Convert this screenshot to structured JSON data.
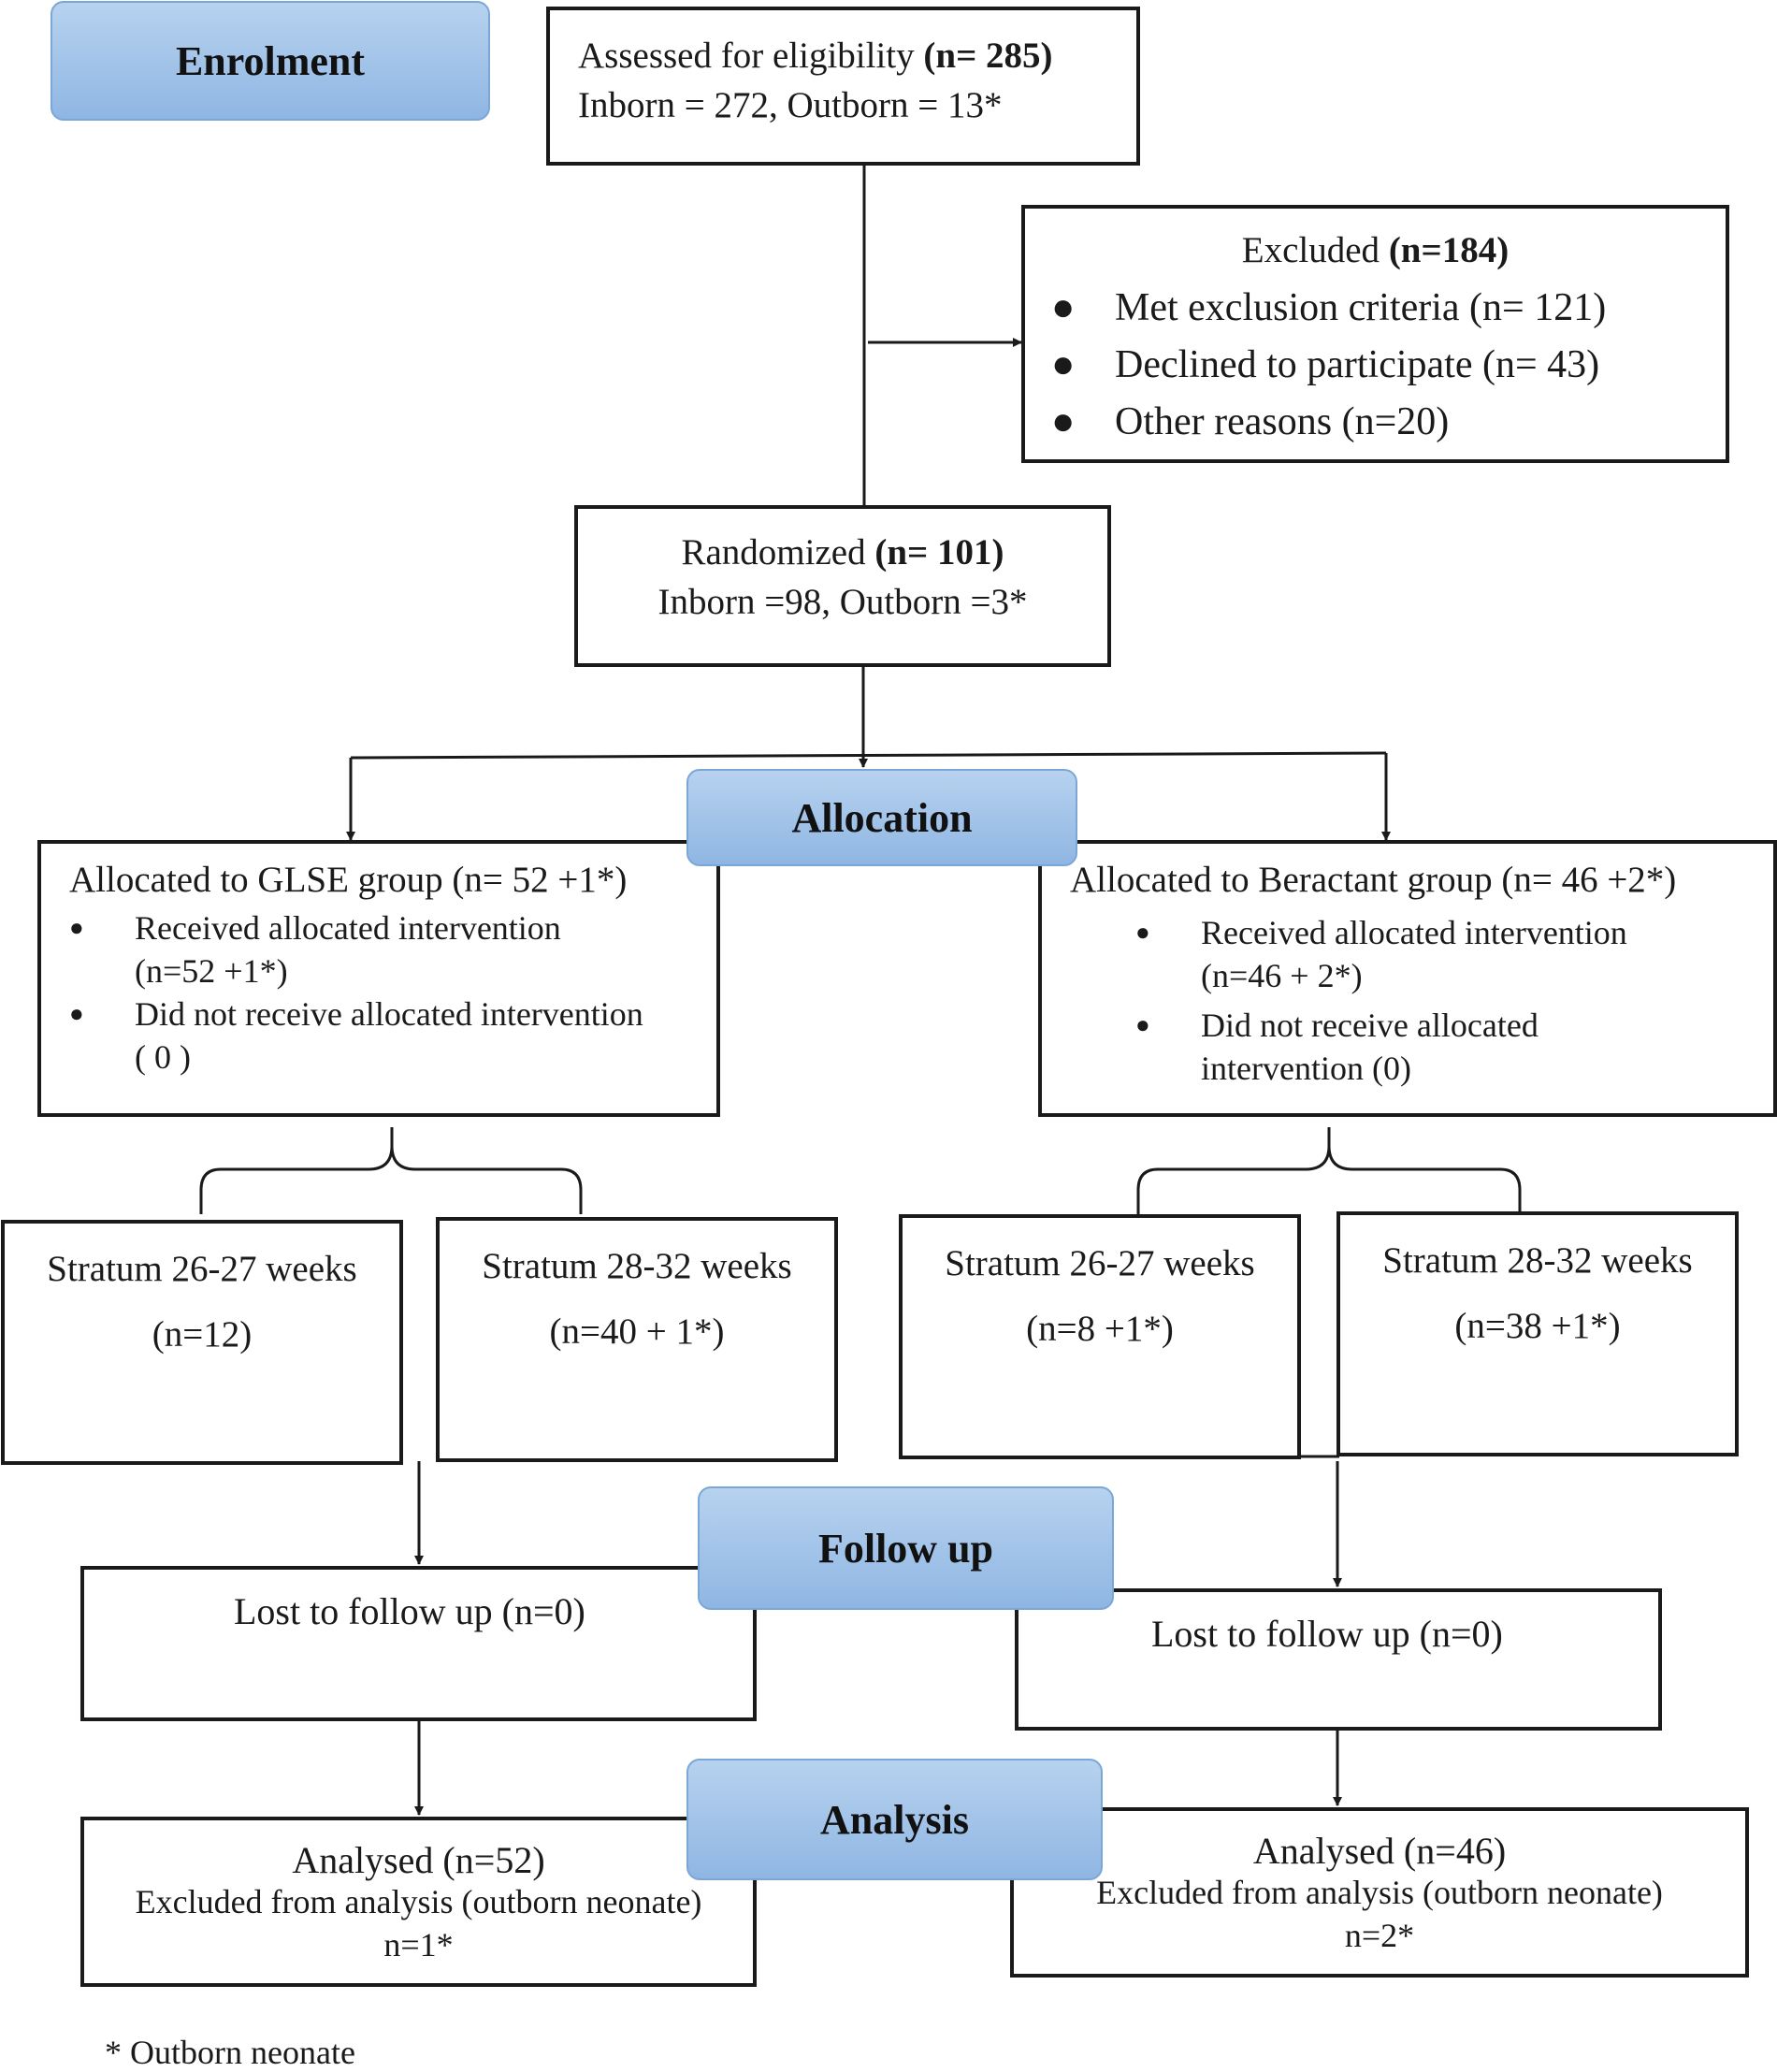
{
  "stages": {
    "enrolment": "Enrolment",
    "allocation": "Allocation",
    "follow_up": "Follow up",
    "analysis": "Analysis"
  },
  "assessed": {
    "label": "Assessed for eligibility",
    "n": "(n= 285)",
    "line2": "Inborn = 272, Outborn = 13*"
  },
  "excluded": {
    "label": "Excluded",
    "n": "(n=184)",
    "reasons": [
      "Met exclusion criteria (n= 121)",
      "Declined to participate (n= 43)",
      "Other reasons (n=20)"
    ]
  },
  "randomized": {
    "label": "Randomized",
    "n": "(n= 101)",
    "line2": "Inborn =98, Outborn =3*"
  },
  "glse": {
    "title": "Allocated to GLSE group (n= 52 +1*)",
    "items": [
      {
        "line1": "Received allocated intervention",
        "line2": "(n=52 +1*)"
      },
      {
        "line1": "Did not receive allocated intervention",
        "line2": "(  0  )"
      }
    ]
  },
  "beractant": {
    "title": "Allocated to Beractant group (n= 46 +2*)",
    "items": [
      {
        "line1": "Received allocated intervention",
        "line2": "(n=46  + 2*)"
      },
      {
        "line1": "Did not receive allocated",
        "line2": "intervention (0)"
      }
    ]
  },
  "strata": [
    {
      "label": "Stratum 26-27 weeks",
      "n": "(n=12)"
    },
    {
      "label": "Stratum 28-32 weeks",
      "n": "(n=40 + 1*)"
    },
    {
      "label": "Stratum 26-27 weeks",
      "n": "(n=8 +1*)"
    },
    {
      "label": "Stratum 28-32 weeks",
      "n": "(n=38 +1*)"
    }
  ],
  "lost": {
    "left": "Lost to follow up (n=0)",
    "right": "Lost to follow up (n=0)"
  },
  "analysed": {
    "left": {
      "title": "Analysed (n=52)",
      "line2": "Excluded from analysis (outborn neonate)",
      "line3": "n=1*"
    },
    "right": {
      "title": "Analysed (n=46)",
      "line2": "Excluded from analysis (outborn neonate)",
      "line3": "n=2*"
    }
  },
  "footnote": "* Outborn neonate",
  "colors": {
    "stage_fill": "#9dbfe8",
    "stage_border": "#7aa7d6",
    "line": "#1a1a1a"
  }
}
